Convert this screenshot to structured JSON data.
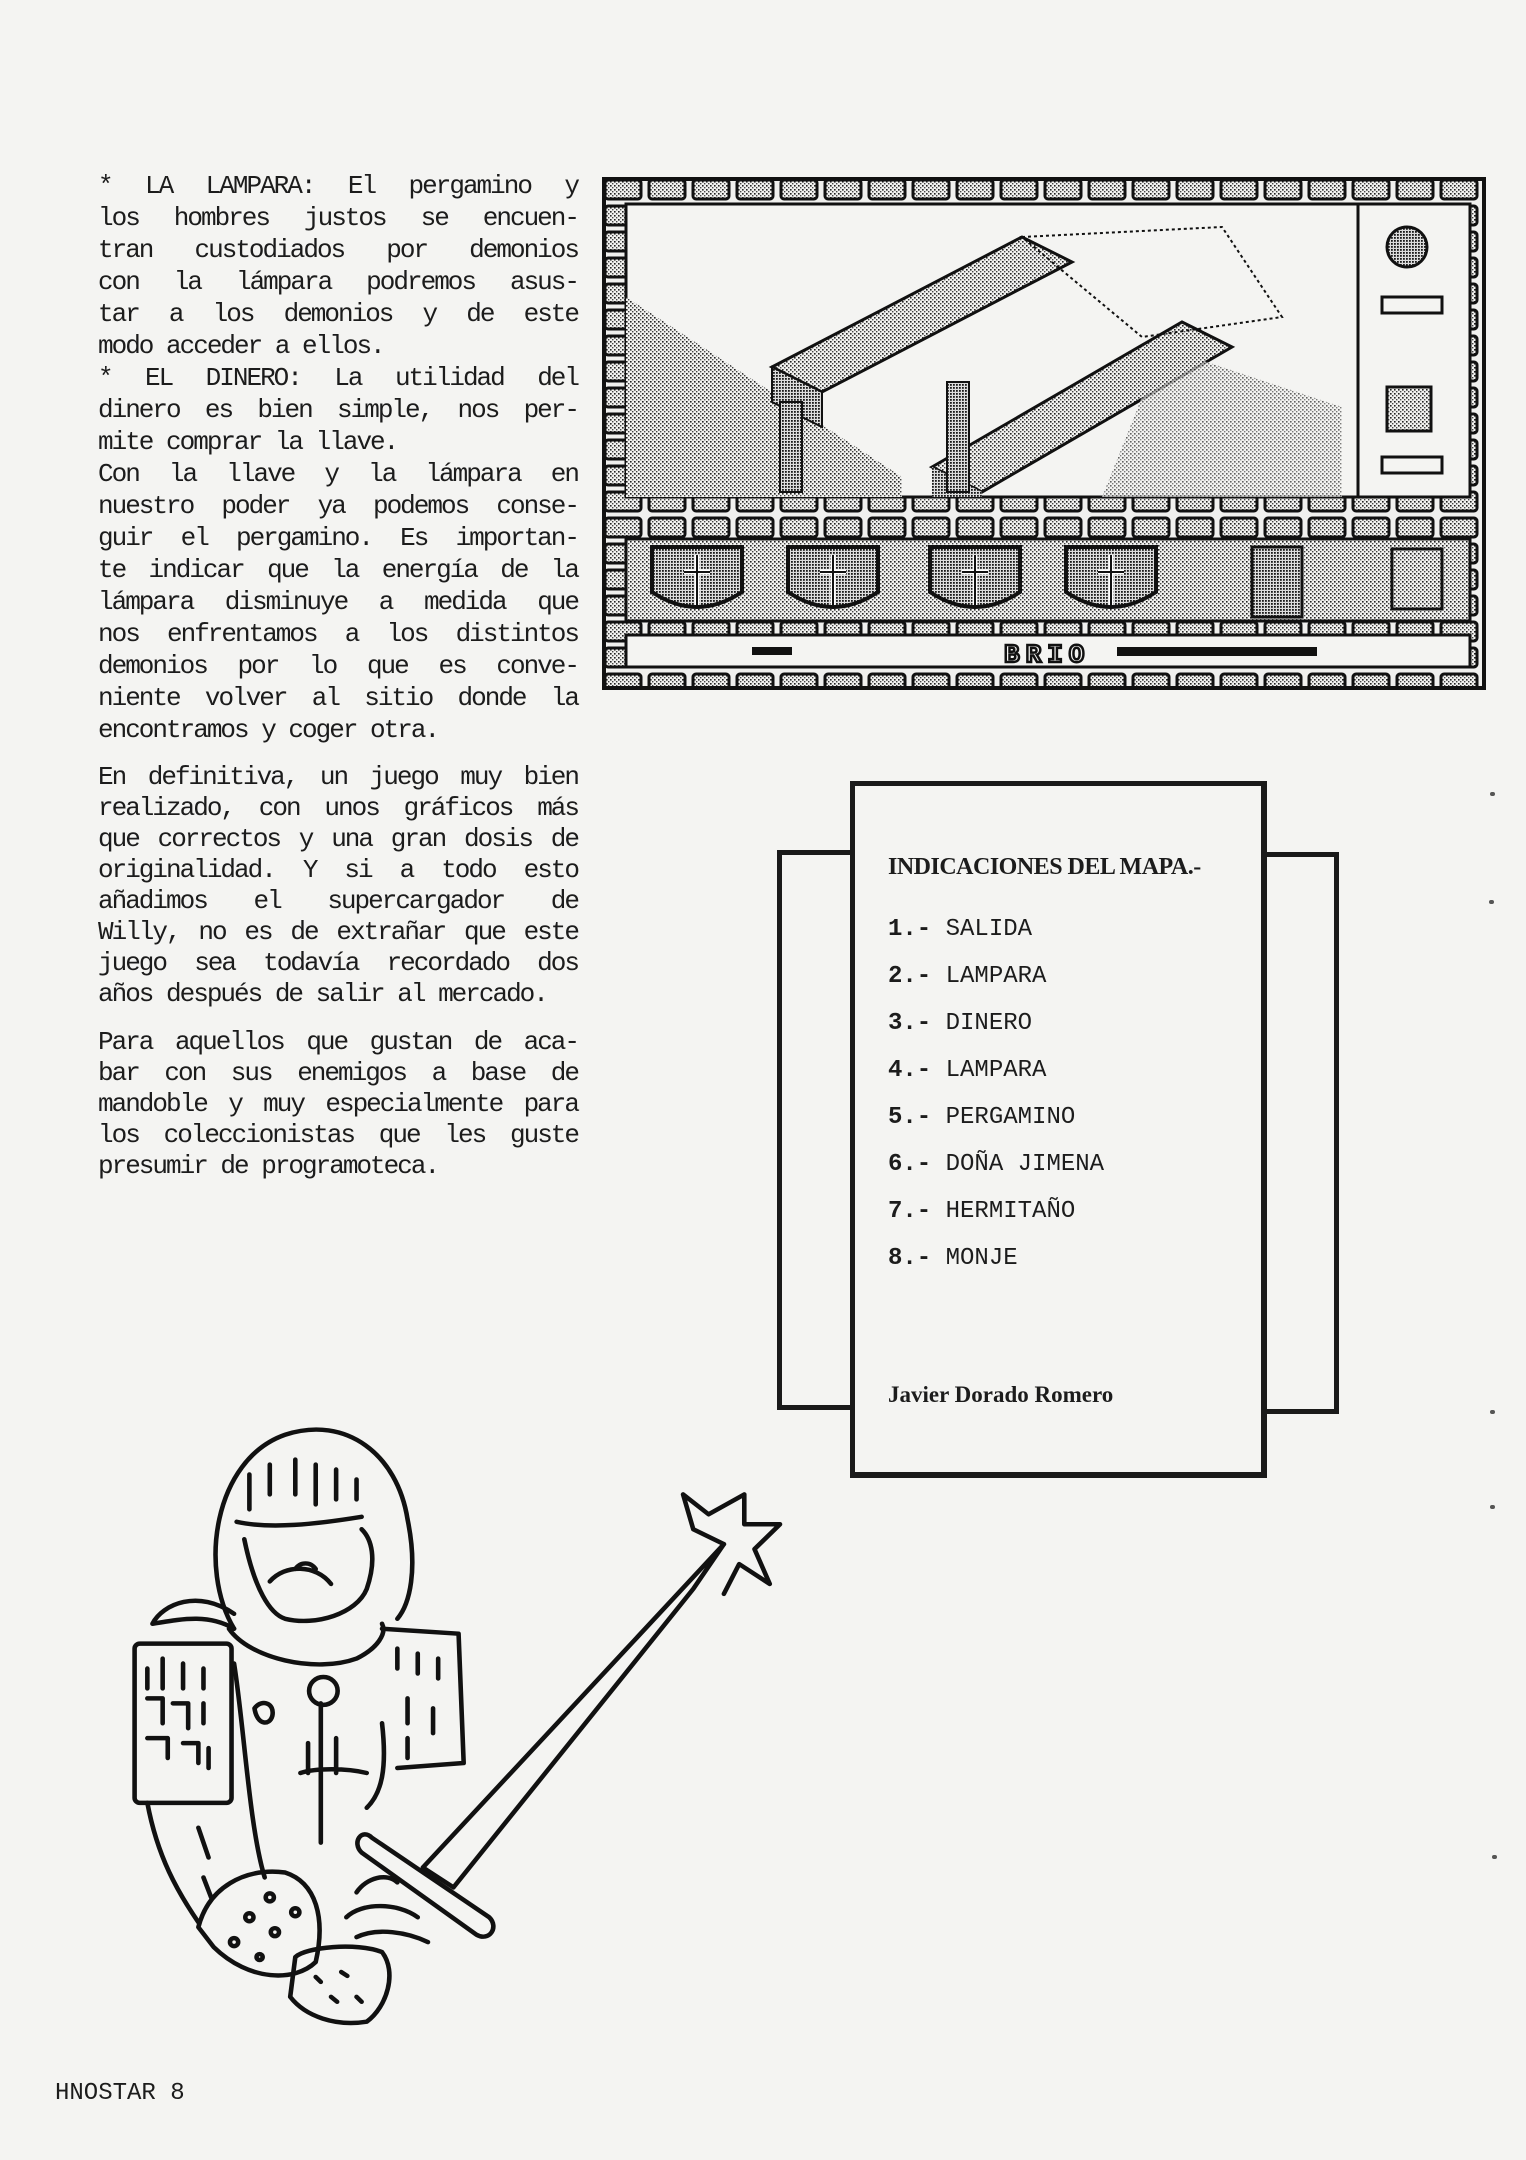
{
  "article": {
    "paragraphs": [
      [
        "* LA LAMPARA: El pergamino y",
        "los hombres justos se encuen-",
        "tran custodiados por demonios",
        "con la lámpara podremos asus-",
        "tar a los demonios y de este",
        "modo acceder a ellos.",
        "* EL DINERO: La utilidad del",
        "dinero es bien simple, nos per-",
        "mite comprar la llave.",
        " Con la llave y la lámpara en",
        "nuestro poder ya podemos conse-",
        "guir el pergamino. Es importan-",
        "te indicar que la energía de la",
        "lámpara disminuye a medida que",
        "nos enfrentamos a los distintos",
        "demonios por lo que es conve-",
        "niente volver al sitio donde la",
        "encontramos y coger otra."
      ],
      [
        " En definitiva, un juego muy bien",
        "realizado, con unos gráficos más",
        "que correctos y una gran dosis de",
        "originalidad. Y si a todo esto",
        "añadimos el supercargador de",
        "Willy, no es de extrañar que este",
        "juego sea todavía recordado dos",
        "años después de salir al mercado."
      ],
      [
        " Para aquellos que gustan de aca-",
        "bar con sus enemigos a base de",
        "mandoble y muy especialmente para",
        "los coleccionistas que les guste",
        "presumir de programoteca."
      ]
    ],
    "paragraph_end_lines": [
      [
        5,
        8,
        17
      ],
      [
        7
      ],
      [
        4
      ]
    ]
  },
  "game_screenshot": {
    "hud_label": "BRIO"
  },
  "map_legend": {
    "title": "INDICACIONES DEL MAPA.-",
    "items": [
      {
        "num": "1.-",
        "label": "SALIDA"
      },
      {
        "num": "2.-",
        "label": "LAMPARA"
      },
      {
        "num": "3.-",
        "label": "DINERO"
      },
      {
        "num": "4.-",
        "label": "LAMPARA"
      },
      {
        "num": "5.-",
        "label": "PERGAMINO"
      },
      {
        "num": "6.-",
        "label": "DOÑA JIMENA"
      },
      {
        "num": "7.-",
        "label": "HERMITAÑO"
      },
      {
        "num": "8.-",
        "label": "MONJE"
      }
    ],
    "author": "Javier Dorado Romero"
  },
  "footer": {
    "page_label": "HNOSTAR 8"
  },
  "colors": {
    "paper": "#f4f4f2",
    "ink": "#1c1c1c"
  }
}
